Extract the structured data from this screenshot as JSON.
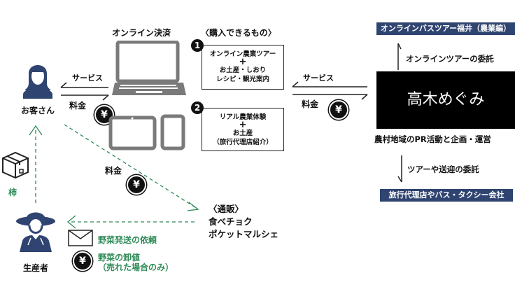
{
  "colors": {
    "navy": "#2f4470",
    "green": "#2e8b57",
    "device_gray": "#7a7a7a",
    "black": "#000000"
  },
  "customer": {
    "label": "お客さん",
    "icon": "woman-avatar-icon"
  },
  "producer": {
    "label": "生産者",
    "icon": "farmer-hat-avatar-icon"
  },
  "online_payment": {
    "title": "オンライン決済",
    "icons": [
      "laptop-icon",
      "tablet-icon",
      "smartphone-icon"
    ]
  },
  "purchasable": {
    "title": "〈購入できるもの〉",
    "items": [
      {
        "number": "1",
        "lines": [
          "オンライン農業ツアー",
          "+",
          "お土産・しおり",
          "レシピ・観光案内"
        ]
      },
      {
        "number": "2",
        "lines": [
          "リアル農業体験",
          "+",
          "お土産",
          "（旅行代理店紹介）"
        ]
      }
    ]
  },
  "left_flow": {
    "service": "サービス",
    "fee": "料金"
  },
  "right_flow": {
    "service": "サービス",
    "fee": "料金"
  },
  "center": {
    "name": "高木めぐみ",
    "role": "農村地域のPR活動と企画・運営"
  },
  "top_partner": {
    "label": "オンラインバスツアー福井（農業編）",
    "arrow_label": "オンラインツアーの委託"
  },
  "bottom_partner": {
    "label": "旅行代理店やバス・タクシー会社",
    "arrow_label": "ツアーや送迎の委託"
  },
  "kaki": {
    "label": "柿",
    "icon": "box-icon"
  },
  "diagonal_fee": "料金",
  "mail_order": {
    "title": "〈通販〉",
    "lines": [
      "食べチョク",
      "ポケットマルシェ"
    ]
  },
  "producer_notes": [
    {
      "icon": "envelope-icon",
      "text": "野菜発送の依頼"
    },
    {
      "icon": "yen-icon",
      "lines": [
        "野菜の卸値",
        "（売れた場合のみ）"
      ]
    }
  ],
  "yen_symbol": "¥"
}
